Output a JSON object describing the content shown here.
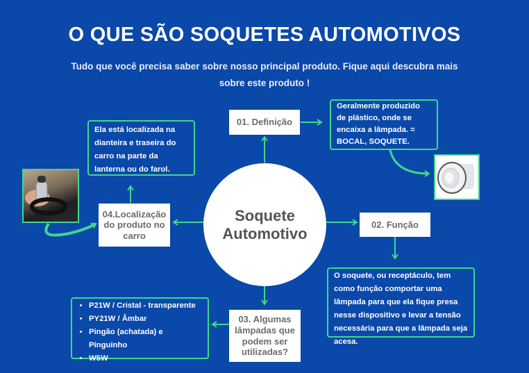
{
  "header": {
    "title": "O QUE SÃO SOQUETES AUTOMOTIVOS",
    "subtitle_line1": "Tudo que você precisa saber sobre nosso  principal produto. Fique aqui descubra mais",
    "subtitle_line2": "sobre este produto !"
  },
  "center": {
    "line1": "Soquete",
    "line2": "Automotivo"
  },
  "nodes": {
    "definicao": {
      "label": "01. Definição",
      "text": "Geralmente produzido de plástico, onde se encaixa a lâmpada. = BOCAL, SOQUETE."
    },
    "funcao": {
      "label": "02. Função",
      "text": "O soquete, ou receptáculo, tem como função comportar uma lâmpada para que ela fique presa nesse dispositivo e levar a tensão necessária para que a lâmpada seja acesa."
    },
    "lampadas": {
      "label": "03. Algumas lâmpadas que podem ser utilizadas?",
      "items": [
        "P21W / Cristal - transparente",
        "PY21W / Âmbar",
        "Pingão (achatada) e Pinguinho",
        "W5W"
      ]
    },
    "localizacao": {
      "label": "04.Localização do produto no carro",
      "text": "Ela está localizada na dianteira e traseira do carro na parte da lanterna ou do farol."
    }
  },
  "colors": {
    "background": "#0a48a9",
    "accent": "#3fd98a"
  }
}
